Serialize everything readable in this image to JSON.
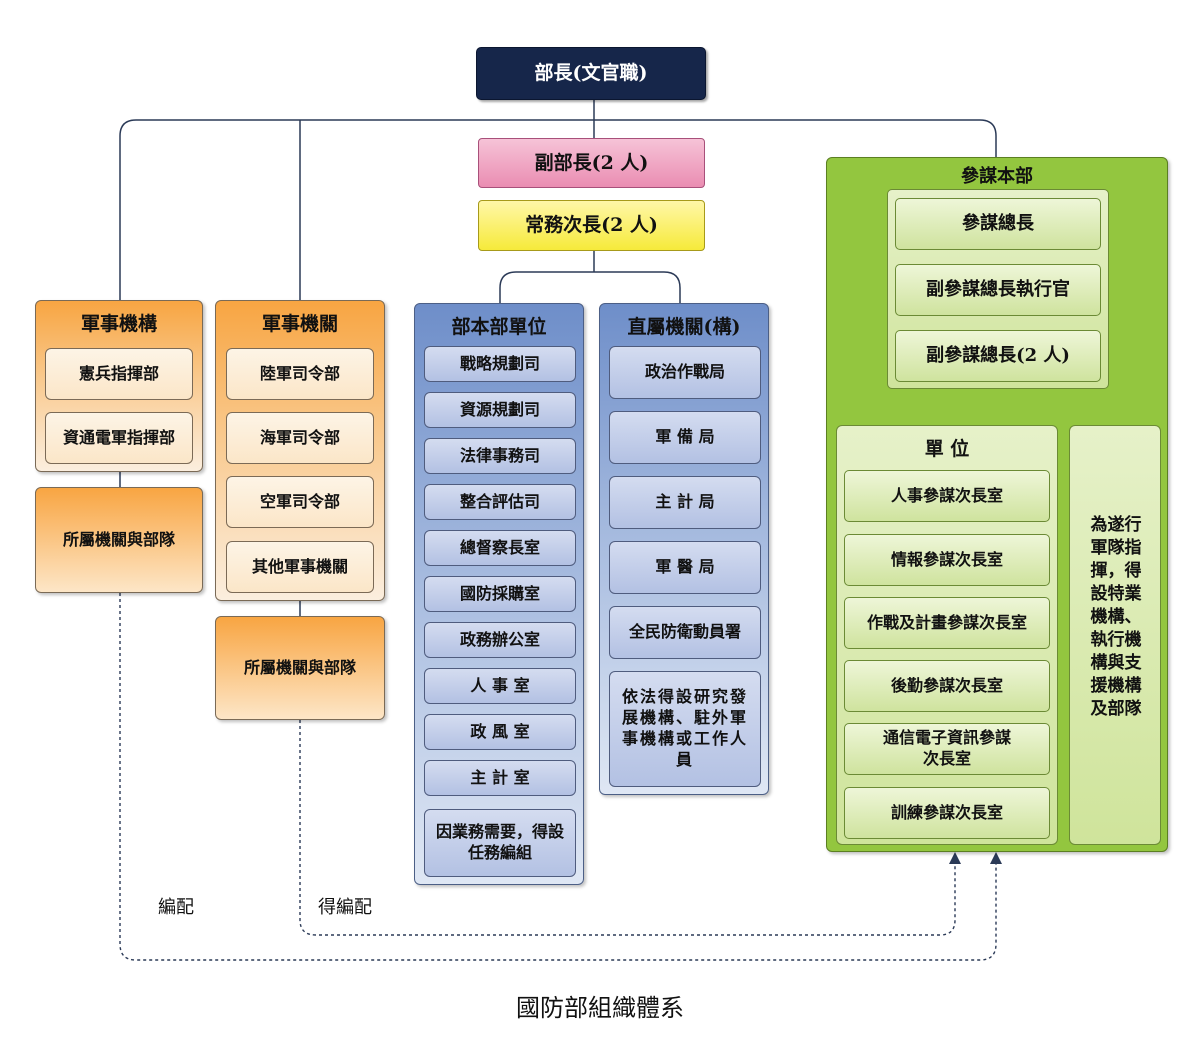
{
  "top": {
    "minister": "部長(文官職)",
    "deputy_minister": "副部長(2 人)",
    "vice_minister": "常務次長(2 人)"
  },
  "military_institutions": {
    "title": "軍事機構",
    "items": [
      "憲兵指揮部",
      "資通電軍指揮部"
    ],
    "subordinate": "所屬機關與部隊"
  },
  "military_agencies": {
    "title": "軍事機關",
    "items": [
      "陸軍司令部",
      "海軍司令部",
      "空軍司令部",
      "其他軍事機關"
    ],
    "subordinate": "所屬機關與部隊"
  },
  "ministry_units": {
    "title": "部本部單位",
    "items": [
      "戰略規劃司",
      "資源規劃司",
      "法律事務司",
      "整合評估司",
      "總督察長室",
      "國防採購室",
      "政務辦公室",
      "人 事 室",
      "政 風 室",
      "主 計 室",
      "因業務需要，得設任務編組"
    ]
  },
  "direct_agencies": {
    "title": "直屬機關(構)",
    "items": [
      "政治作戰局",
      "軍 備 局",
      "主 計 局",
      "軍 醫 局",
      "全民防衛動員署",
      "依法得設研究發展機構、駐外軍事機構或工作人員"
    ]
  },
  "general_staff": {
    "title": "參謀本部",
    "leaders": [
      "參謀總長",
      "副參謀總長執行官",
      "副參謀總長(2 人)"
    ],
    "units_title": "單 位",
    "units": [
      "人事參謀次長室",
      "情報參謀次長室",
      "作戰及計畫參謀次長室",
      "後勤參謀次長室",
      "通信電子資訊參謀次長室",
      "訓練參謀次長室"
    ],
    "support": "為遂行軍隊指揮，得設特業機構、執行機構與支援機構及部隊"
  },
  "labels": {
    "assigned": "編配",
    "may_assign": "得編配"
  },
  "caption": "國防部組織體系",
  "colors": {
    "minister": "#16264a",
    "deputy": "#ea8db2",
    "vice": "#f6ea3a",
    "orange": "#f8a542",
    "blue": "#6e8ec9",
    "green": "#93c63f",
    "line": "#2b3a57"
  }
}
